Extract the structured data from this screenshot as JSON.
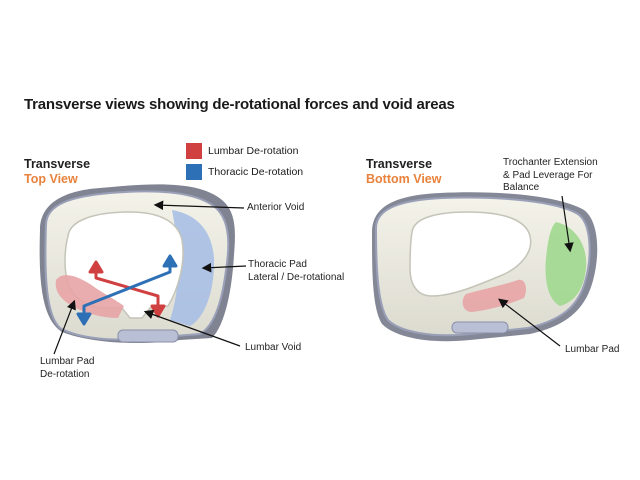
{
  "title": "Transverse views showing de-rotational forces and void areas",
  "colors": {
    "lumbar": "#d04040",
    "thoracic": "#2e70b5",
    "accent_orange": "#e8823c",
    "lumbar_pad_fill": "#e8a4a6",
    "thoracic_pad_fill": "#a8bfe6",
    "trochanter_pad_fill": "#9fd88e"
  },
  "legend": [
    {
      "label": "Lumbar De-rotation",
      "color": "#d04040"
    },
    {
      "label": "Thoracic De-rotation",
      "color": "#2e70b5"
    }
  ],
  "left_view": {
    "line1": "Transverse",
    "line2": "Top View",
    "callouts": {
      "anterior_void": "Anterior Void",
      "thoracic_pad_1": "Thoracic Pad",
      "thoracic_pad_2": "Lateral / De-rotational",
      "lumbar_void": "Lumbar Void",
      "lumbar_pad_1": "Lumbar Pad",
      "lumbar_pad_2": "De-rotation"
    }
  },
  "right_view": {
    "line1": "Transverse",
    "line2": "Bottom View",
    "callouts": {
      "trochanter_1": "Trochanter Extension",
      "trochanter_2": "& Pad Leverage For",
      "trochanter_3": "Balance",
      "lumbar_pad": "Lumbar Pad"
    }
  }
}
